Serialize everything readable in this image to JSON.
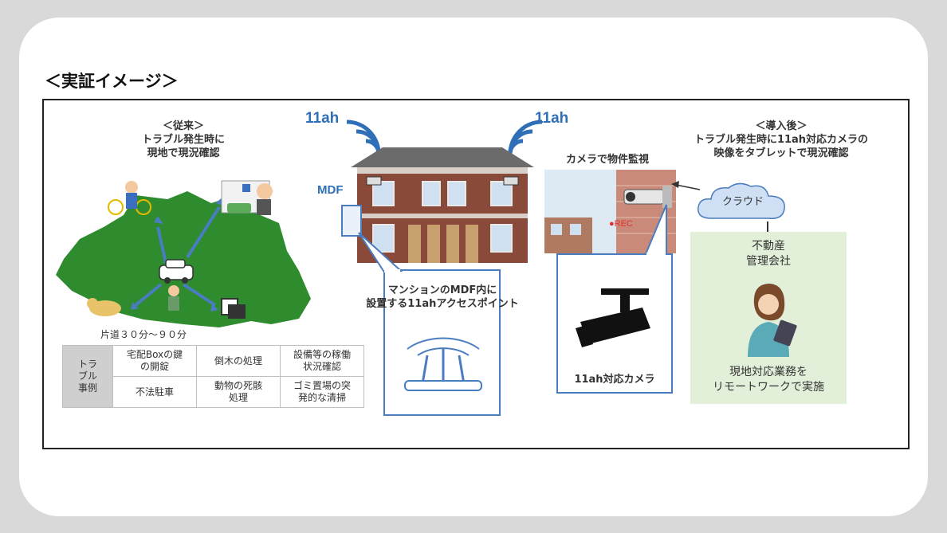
{
  "heading": "＜実証イメージ＞",
  "left": {
    "title_line1": "＜従来＞",
    "title_line2": "トラブル発生時に",
    "title_line3": "現地で現況確認",
    "travel_time": "片道３０分～９０分"
  },
  "cases_table": {
    "header": "トラブル事例",
    "header_lines": [
      "トラ",
      "ブル",
      "事例"
    ],
    "rows": [
      [
        [
          "宅配Boxの鍵",
          "の開錠"
        ],
        [
          "倒木の処理"
        ],
        [
          "設備等の稼働",
          "状況確認"
        ]
      ],
      [
        [
          "不法駐車"
        ],
        [
          "動物の死骸",
          "処理"
        ],
        [
          "ゴミ置場の突",
          "発的な清掃"
        ]
      ]
    ]
  },
  "center": {
    "wifi_left": "11ah",
    "wifi_right": "11ah",
    "mdf": "MDF",
    "callout_line1": "マンションのMDF内に",
    "callout_line2": "設置する11ahアクセスポイント"
  },
  "camera": {
    "caption": "カメラで物件監視",
    "rec": "●REC",
    "callout_label": "11ah対応カメラ"
  },
  "right": {
    "title_line1": "＜導入後＞",
    "title_line2": "トラブル発生時に11ah対応カメラの",
    "title_line3": "映像をタブレットで現況確認",
    "cloud": "クラウド",
    "company_line1": "不動産",
    "company_line2": "管理会社",
    "work_line1": "現地対応業務を",
    "work_line2": "リモートワークで実施"
  },
  "colors": {
    "accent_blue": "#2f6fb8",
    "map_green": "#2e8b2e",
    "brick": "#8a4a3a",
    "panel_green": "#e2efd9"
  }
}
